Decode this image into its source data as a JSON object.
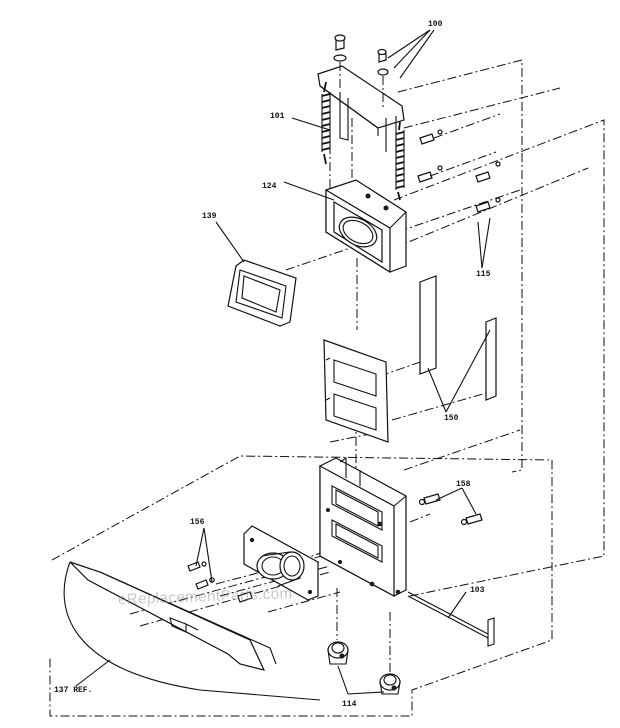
{
  "labels": {
    "l100": "100",
    "l101": "101",
    "l124": "124",
    "l139": "139",
    "l115": "115",
    "l150": "150",
    "l158": "158",
    "l156": "156",
    "l103": "103",
    "l114": "114",
    "l137": "137 REF."
  },
  "watermark": "eReplacementParts.com"
}
